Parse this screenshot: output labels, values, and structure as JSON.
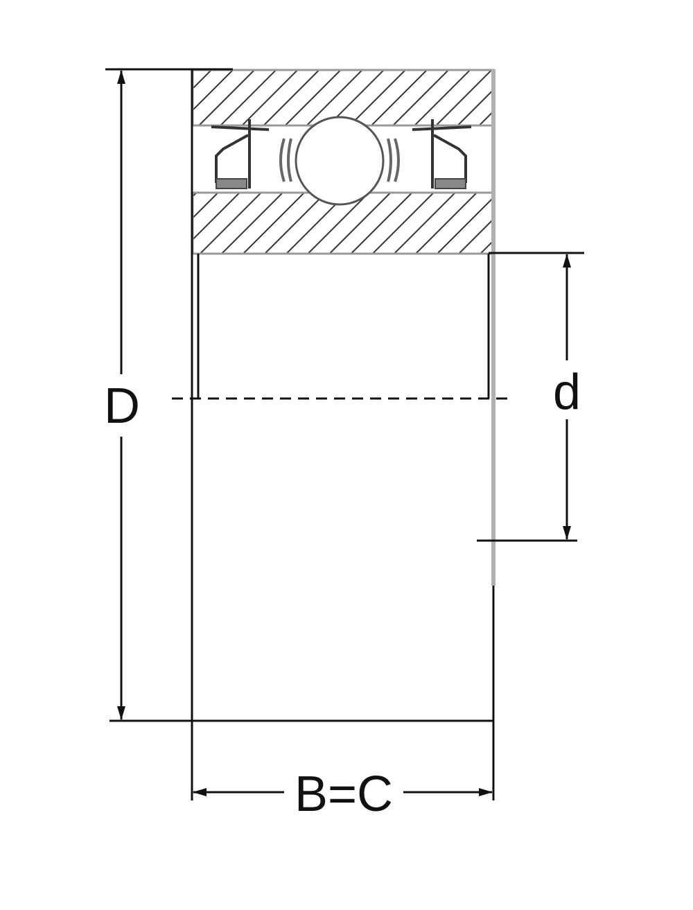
{
  "labels": {
    "outer_diameter": "D",
    "bore_diameter": "d",
    "width": "B=C"
  },
  "colors": {
    "line": "#111111",
    "hatch": "#333333",
    "gray_edge": "#b0b0b0"
  }
}
